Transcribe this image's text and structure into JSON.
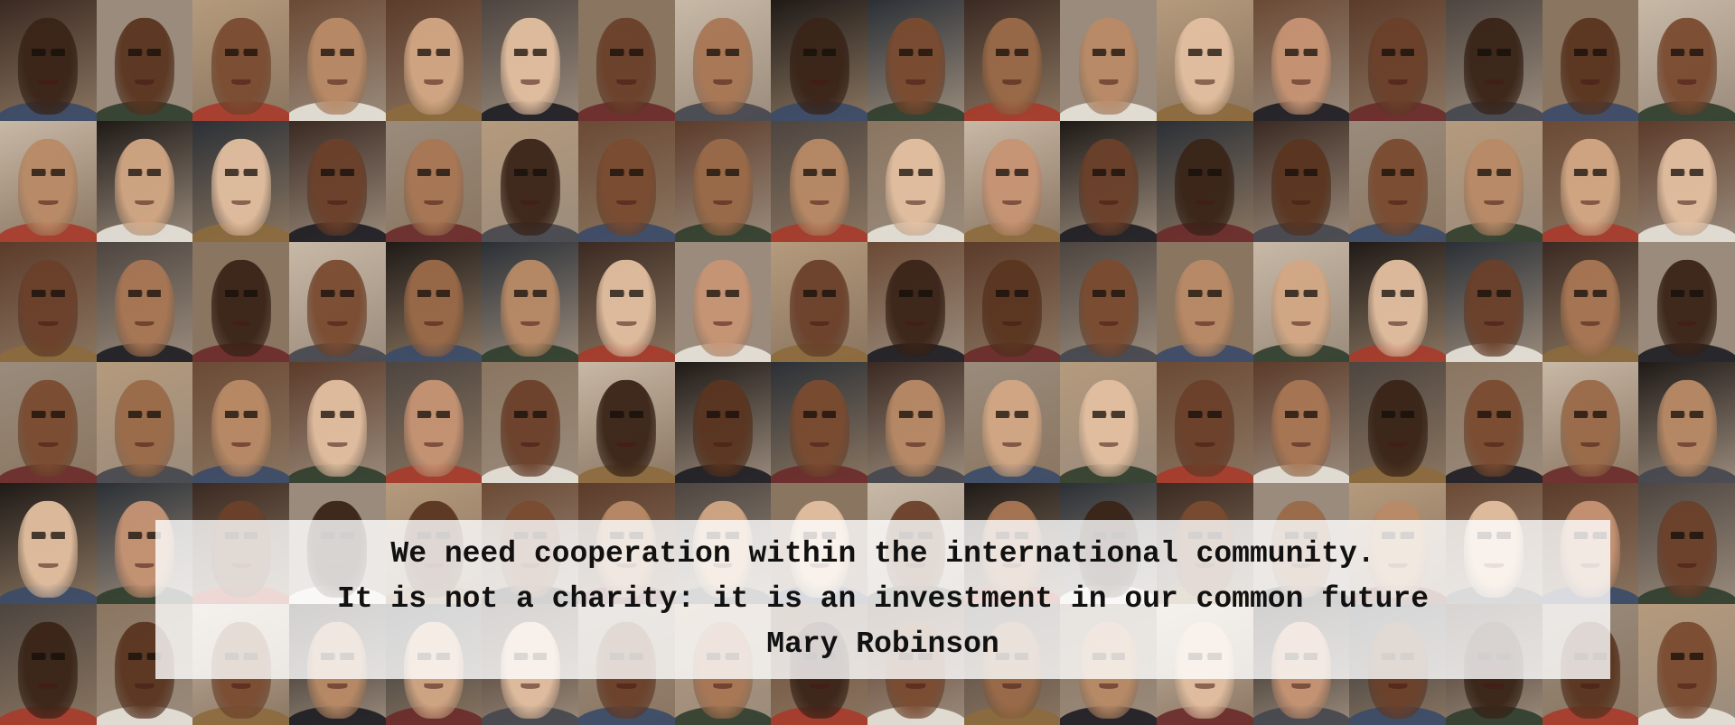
{
  "quote": {
    "line1": "We need cooperation within the international community.",
    "line2": "It is not a charity: it is an investment in our common future",
    "author": "Mary Robinson"
  },
  "mosaic": {
    "icon": "portrait-mosaic",
    "rows": 6,
    "columns": 18,
    "palette": {
      "backgrounds": [
        "#3b2a22",
        "#6b4a35",
        "#8a7560",
        "#2b3036",
        "#b59a7c",
        "#4d4540",
        "#1f1a17",
        "#9a8b7c",
        "#5c3b2a",
        "#c8b8a6"
      ],
      "skins": [
        "#3a2418",
        "#5a3520",
        "#7a4b30",
        "#9a6a48",
        "#b98a66",
        "#d2a784",
        "#e3bfa0",
        "#c79474",
        "#6b402a",
        "#a87654"
      ],
      "clothing": [
        "#1c1c22",
        "#3a4a68",
        "#e8e4dc",
        "#6a2a2a",
        "#2f3d2c",
        "#8c6a3c",
        "#44464e",
        "#a83a2a"
      ]
    }
  }
}
